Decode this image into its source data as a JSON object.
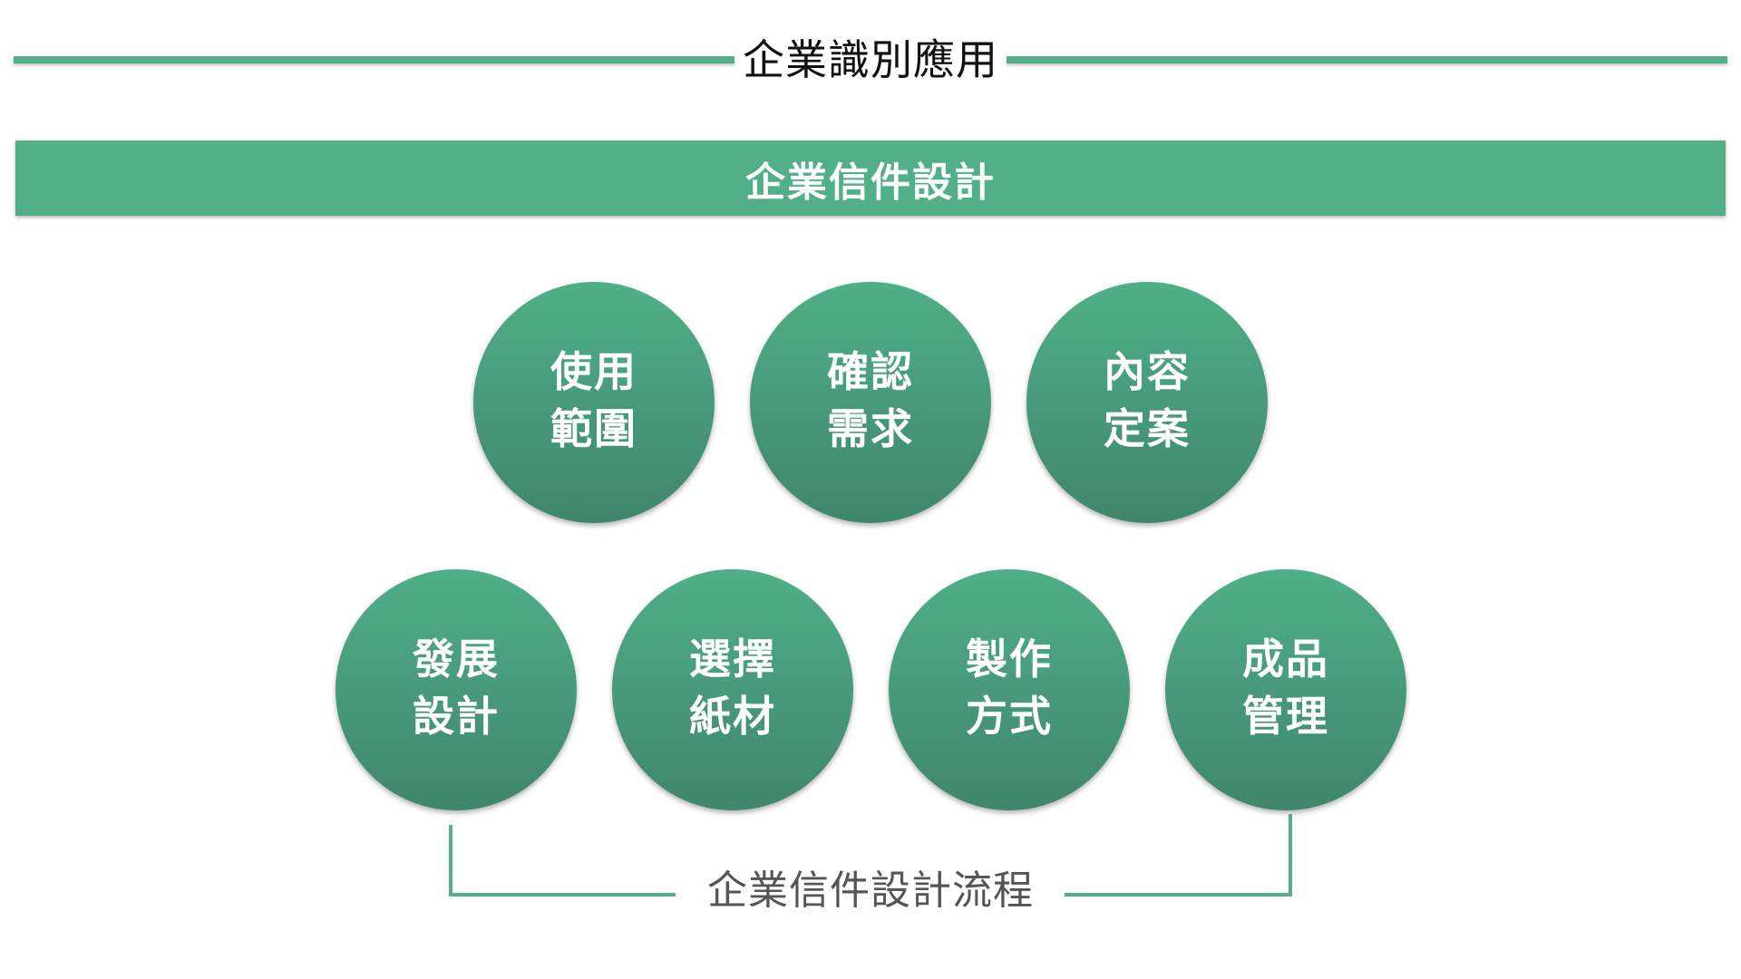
{
  "header": {
    "title": "企業識別應用"
  },
  "banner": {
    "title": "企業信件設計"
  },
  "colors": {
    "accent": "#52B088",
    "circle_top": "#4FB087",
    "circle_bottom": "#3F866A",
    "footer_text": "#555555"
  },
  "steps": [
    {
      "line1": "使用",
      "line2": "範圍"
    },
    {
      "line1": "確認",
      "line2": "需求"
    },
    {
      "line1": "內容",
      "line2": "定案"
    },
    {
      "line1": "發展",
      "line2": "設計"
    },
    {
      "line1": "選擇",
      "line2": "紙材"
    },
    {
      "line1": "製作",
      "line2": "方式"
    },
    {
      "line1": "成品",
      "line2": "管理"
    }
  ],
  "footer": {
    "label": "企業信件設計流程"
  }
}
